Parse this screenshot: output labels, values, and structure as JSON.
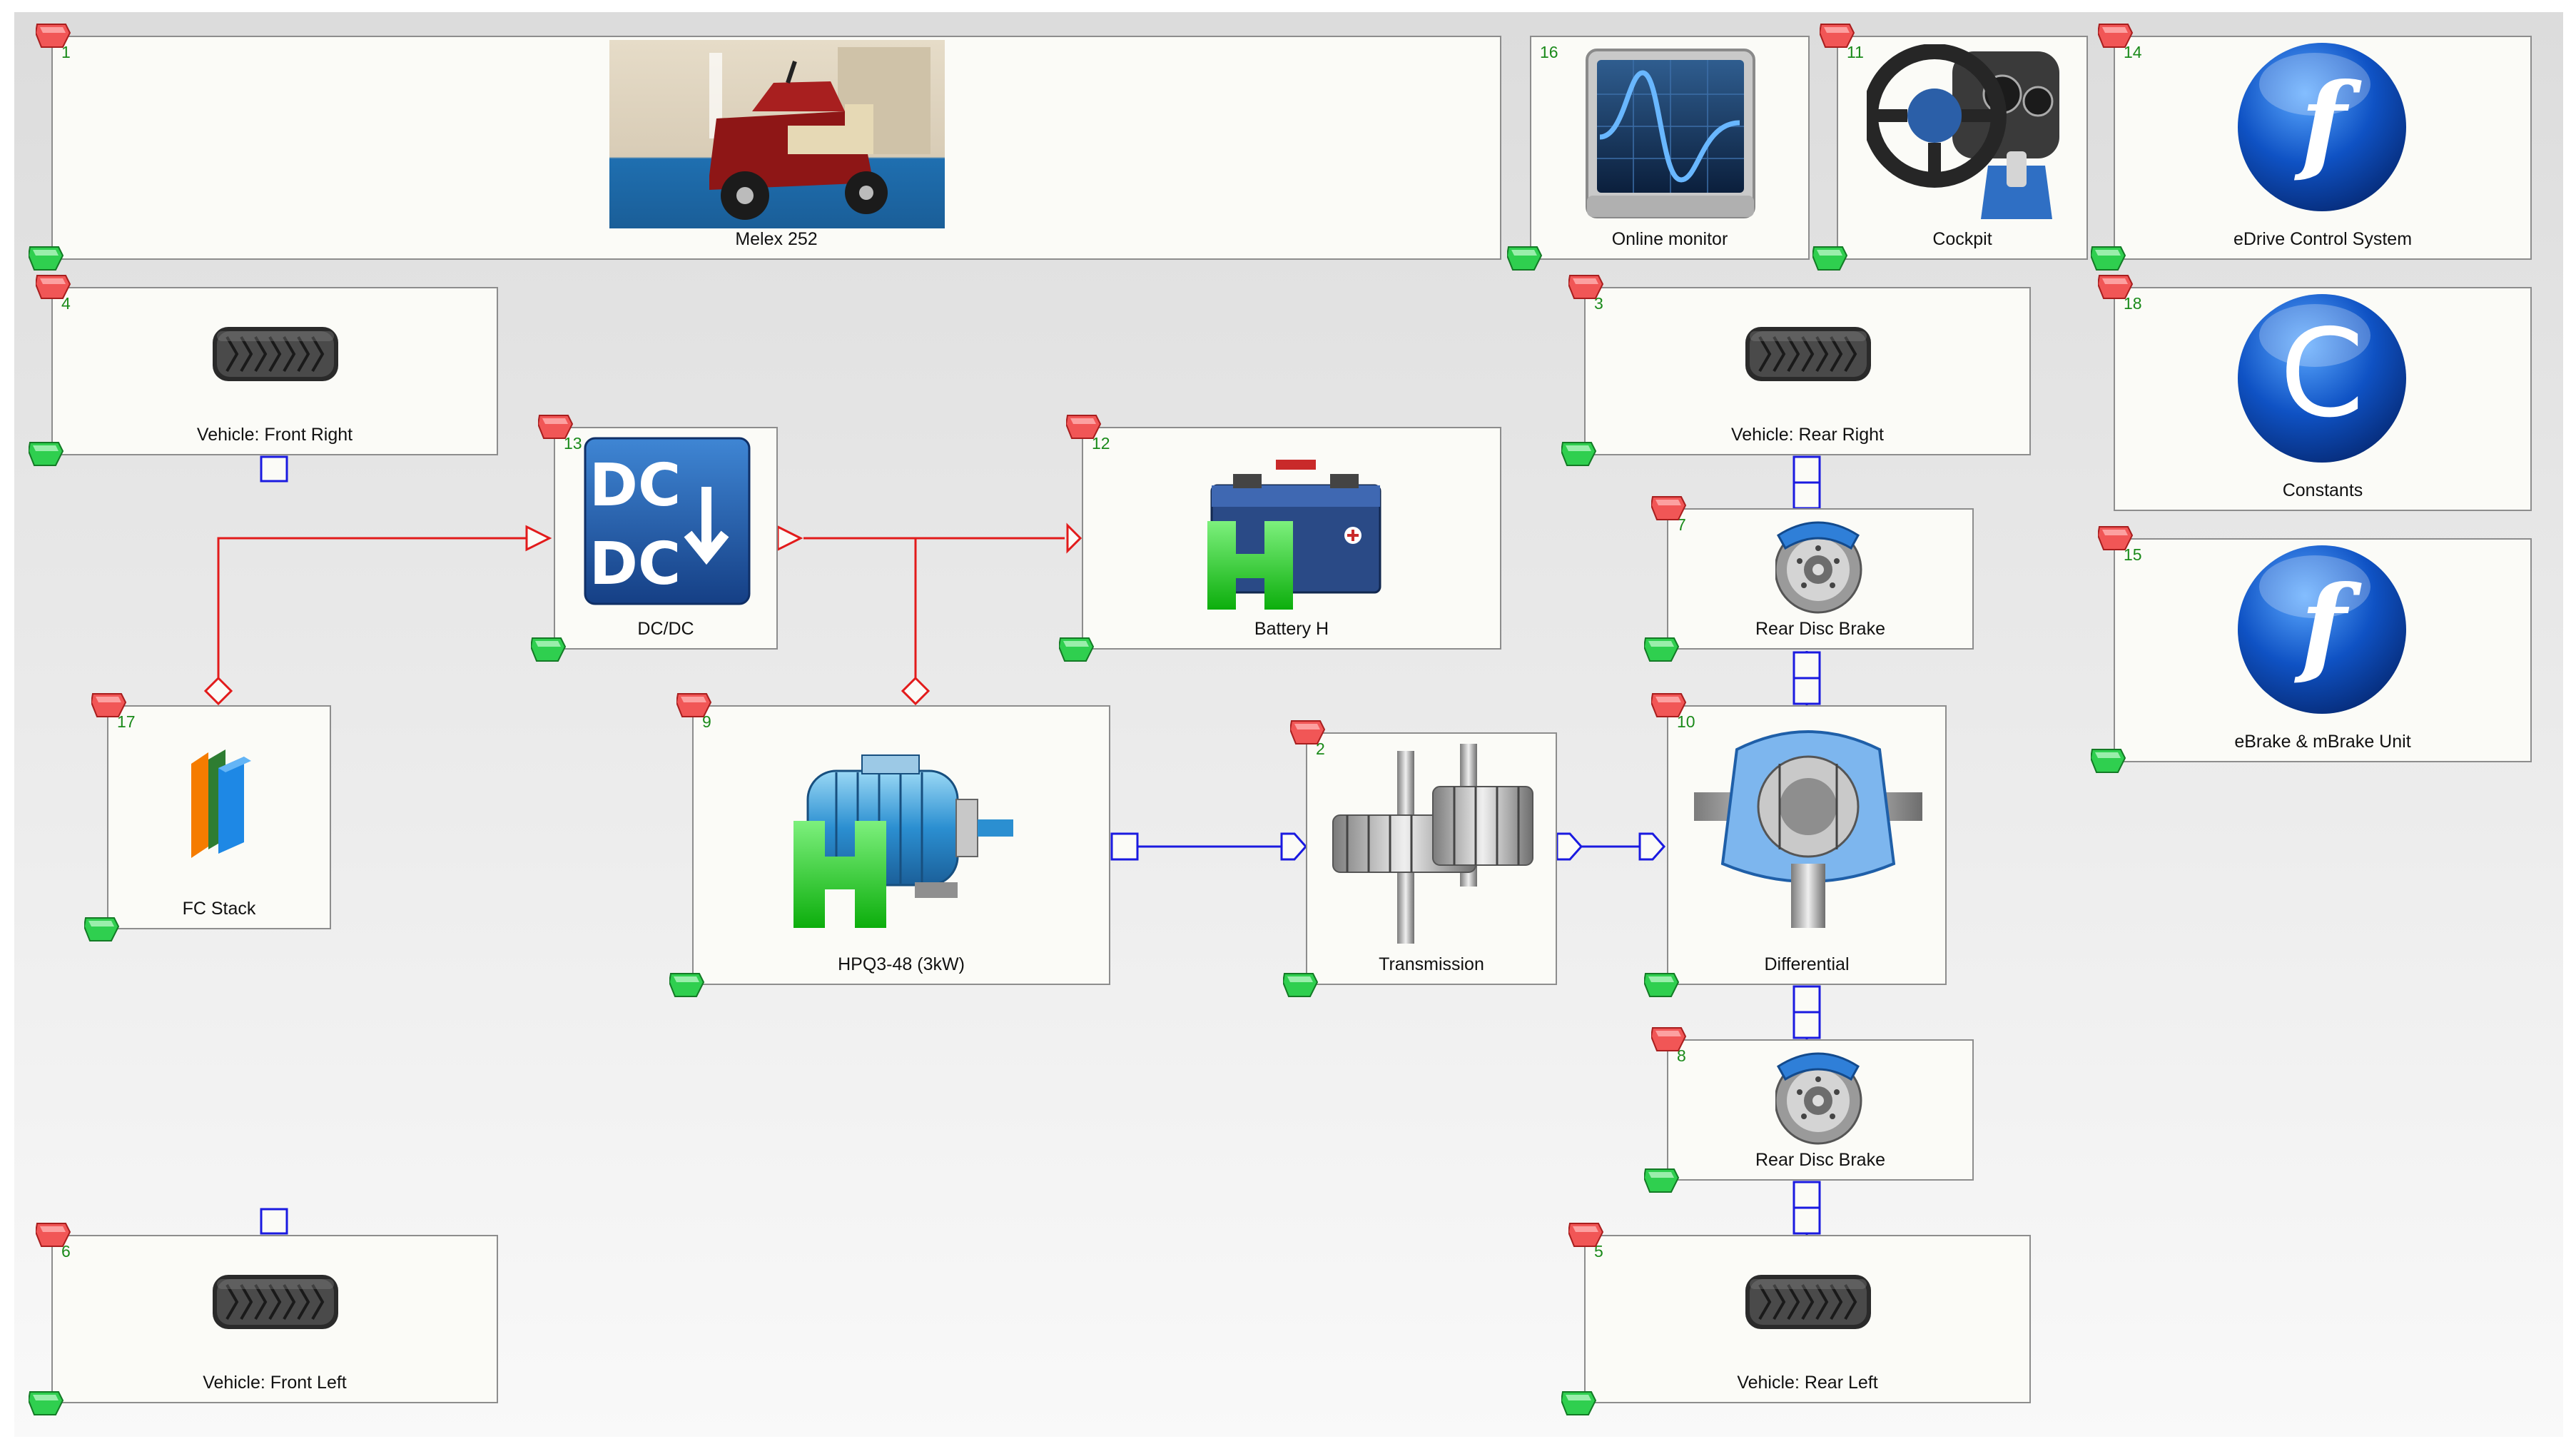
{
  "blocks": [
    {
      "id": "melex",
      "number": "1",
      "label": "Melex 252",
      "icon": "golf-cart-photo"
    },
    {
      "id": "online",
      "number": "16",
      "label": "Online monitor",
      "icon": "oscilloscope-monitor-icon"
    },
    {
      "id": "cockpit",
      "number": "11",
      "label": "Cockpit",
      "icon": "steering-wheel-icon"
    },
    {
      "id": "edrive",
      "number": "14",
      "label": "eDrive Control System",
      "icon": "function-icon"
    },
    {
      "id": "front_right",
      "number": "4",
      "label": "Vehicle: Front Right",
      "icon": "tire-icon"
    },
    {
      "id": "rear_right",
      "number": "3",
      "label": "Vehicle: Rear Right",
      "icon": "tire-icon"
    },
    {
      "id": "constants",
      "number": "18",
      "label": "Constants",
      "icon": "constants-icon"
    },
    {
      "id": "dcdc",
      "number": "13",
      "label": "DC/DC",
      "icon": "dcdc-converter-icon"
    },
    {
      "id": "battery",
      "number": "12",
      "label": "Battery H",
      "icon": "battery-icon"
    },
    {
      "id": "brake_top",
      "number": "7",
      "label": "Rear Disc Brake",
      "icon": "disc-brake-icon"
    },
    {
      "id": "ebrake",
      "number": "15",
      "label": "eBrake & mBrake Unit",
      "icon": "function-icon"
    },
    {
      "id": "fc",
      "number": "17",
      "label": "FC Stack",
      "icon": "fuel-cell-stack-icon"
    },
    {
      "id": "motor",
      "number": "9",
      "label": "HPQ3-48 (3kW)",
      "icon": "electric-motor-icon"
    },
    {
      "id": "trans",
      "number": "2",
      "label": "Transmission",
      "icon": "gears-icon"
    },
    {
      "id": "diff",
      "number": "10",
      "label": "Differential",
      "icon": "differential-icon"
    },
    {
      "id": "brake_bot",
      "number": "8",
      "label": "Rear Disc Brake",
      "icon": "disc-brake-icon"
    },
    {
      "id": "front_left",
      "number": "6",
      "label": "Vehicle: Front Left",
      "icon": "tire-icon"
    },
    {
      "id": "rear_left",
      "number": "5",
      "label": "Vehicle: Rear Left",
      "icon": "tire-icon"
    }
  ],
  "icon_texts": {
    "dc_top": "DC",
    "dc_bottom": "DC",
    "h_letter": "H",
    "c_letter": "C",
    "f_letter": "f"
  },
  "colors": {
    "electric_connection": "#e21b1b",
    "mechanical_connection": "#1a1ae0",
    "block_number": "#1a8a1a",
    "background_top": "#e0e0e0",
    "background_bottom": "#f8f8f8"
  }
}
